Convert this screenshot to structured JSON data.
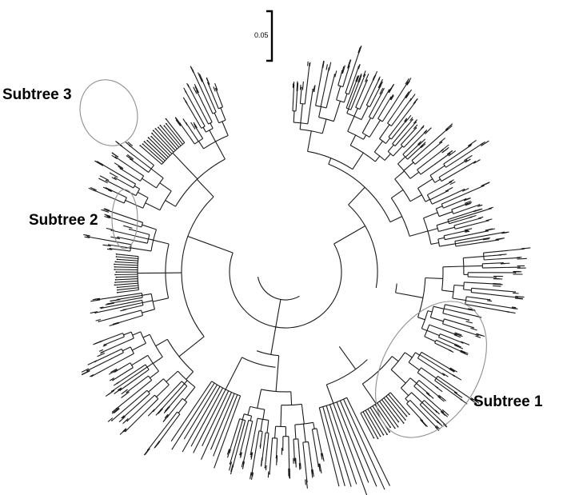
{
  "scale_bar": {
    "label": "0.05"
  },
  "subtrees": [
    {
      "id": "subtree-3",
      "label": "Subtree 3"
    },
    {
      "id": "subtree-2",
      "label": "Subtree 2"
    },
    {
      "id": "subtree-1",
      "label": "Subtree 1"
    }
  ]
}
